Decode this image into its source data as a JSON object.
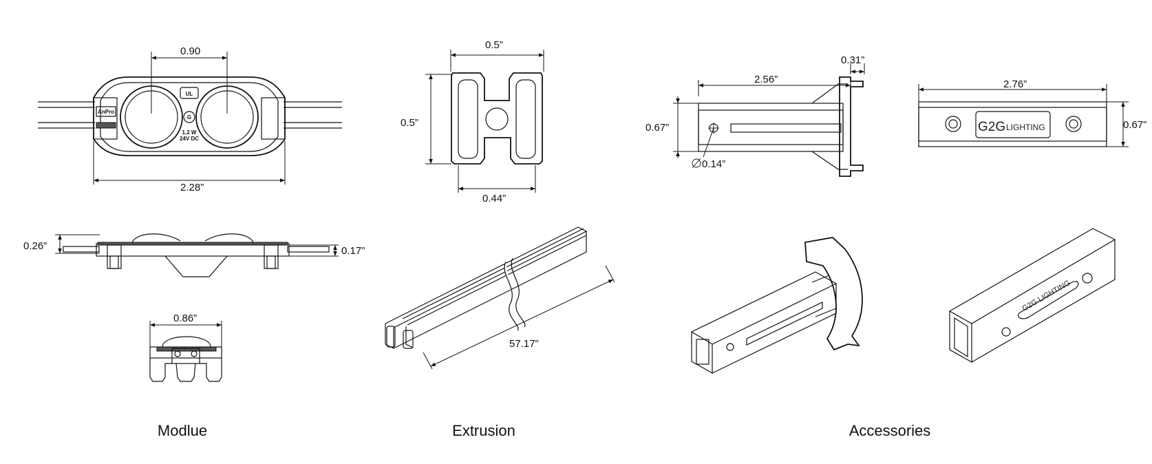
{
  "captions": {
    "module": "Modlue",
    "extrusion": "Extrusion",
    "accessories": "Accessories"
  },
  "module": {
    "lens_spacing": "0.90",
    "overall_length": "2.28”",
    "side_height": "0.26”",
    "base_height": "0.17”",
    "end_width": "0.86”",
    "brand_label": "AnPro",
    "power_label_1": "1.2 W",
    "power_label_2": "24V DC"
  },
  "extrusion": {
    "width_top": "0.5”",
    "height": "0.5”",
    "width_bottom": "0.44”",
    "length": "57.17”"
  },
  "accessories": {
    "bracket_length": "2.56”",
    "flange_thickness": "0.31”",
    "bracket_height": "0.67”",
    "hole_diameter": "0.14”",
    "connector_length": "2.76”",
    "connector_height": "0.67”",
    "logo_main": "G2G",
    "logo_sub": "LIGHTING"
  }
}
